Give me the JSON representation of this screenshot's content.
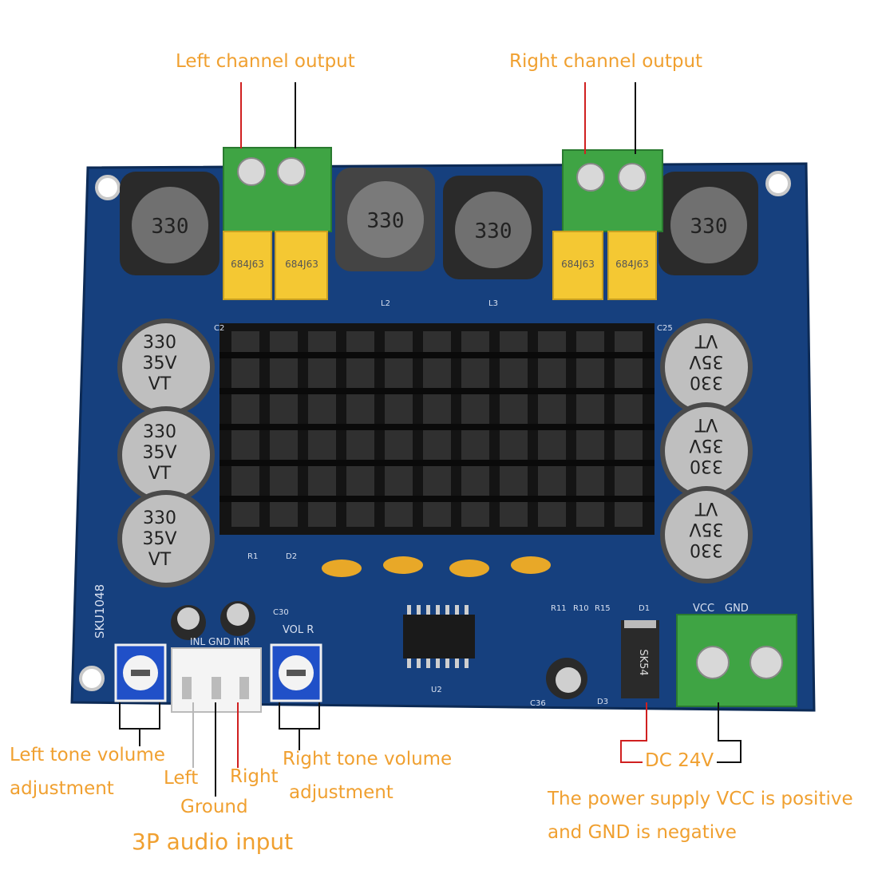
{
  "labels": {
    "left_channel_output": "Left channel output",
    "right_channel_output": "Right channel output",
    "left_tone_volume": "Left tone volume",
    "left_tone_adjustment": "adjustment",
    "left": "Left",
    "right": "Right",
    "ground": "Ground",
    "right_tone_volume": "Right tone volume",
    "right_tone_adjustment": "adjustment",
    "audio_input": "3P audio input",
    "dc_voltage": "DC 24V",
    "power_note_line1": "The power supply VCC is positive",
    "power_note_line2": "and GND is negative"
  },
  "board": {
    "sku": "SKU1048",
    "inductor_marking": "330",
    "film_cap_marking": "684J63",
    "electrolytic_cap": [
      "330",
      "35V",
      "VT"
    ],
    "vcc_label": "VCC",
    "gnd_label": "GND",
    "vol_r_label": "VOL R",
    "input_pins": "INL  GND  INR",
    "rectifier_marking": "SK54",
    "silkscreen": {
      "l2": "L2",
      "l3": "L3",
      "u2": "U2",
      "d1": "D1",
      "d2": "D2",
      "d3": "D3",
      "r1": "R1",
      "c2": "C2",
      "c30": "C30",
      "c36": "C36",
      "c25": "C25",
      "r11": "R11",
      "r10": "R10",
      "r15": "R15"
    }
  },
  "colors": {
    "label": "#f0a030",
    "pcb": "#16407e",
    "red_line": "#d02020",
    "black_line": "#111111",
    "grey_line": "#b8b8b8"
  }
}
